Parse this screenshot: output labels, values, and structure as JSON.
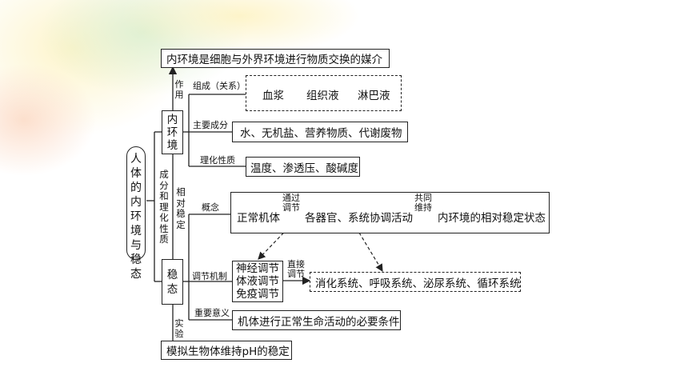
{
  "colors": {
    "decor_yellow": "#fdf6cf",
    "decor_green": "#e3f2d7",
    "decor_orange": "#fde2cf",
    "line": "#222222"
  },
  "root": "人体的内环境与稳态",
  "nodes": {
    "top_fact": "内环境是细胞与外界环境进行物质交换的媒介",
    "inner_env": "内环境",
    "steady_state": "稳态",
    "blood": "血浆",
    "tissue_fluid": "组织液",
    "lymph": "淋巴液",
    "main_components": "水、无机盐、营养物质、代谢废物",
    "properties": "温度、渗透压、酸碱度",
    "normal_body": "正常机体",
    "organs": "各器官、系统协调活动",
    "stable_state": "内环境的相对稳定状态",
    "neural": "神经调节",
    "humoral": "体液调节",
    "immune": "免疫调节",
    "systems": "消化系统、呼吸系统、泌尿系统、循环系统",
    "necessity": "机体进行正常生命活动的必要条件",
    "experiment_box": "模拟生物体维持pH的稳定"
  },
  "labels": {
    "function": "作用",
    "composition": "组成（关系）",
    "main_component": "主要成分",
    "phys_chem": "理化性质",
    "composition_props": "成分和理化性质",
    "relative_stable": "相对稳定",
    "concept": "概念",
    "through_regulation": "通过调节",
    "jointly_maintain": "共同维持",
    "regulation_mechanism": "调节机制",
    "direct_regulation": "直接调节",
    "significance": "重要意义",
    "experiment": "实验"
  }
}
